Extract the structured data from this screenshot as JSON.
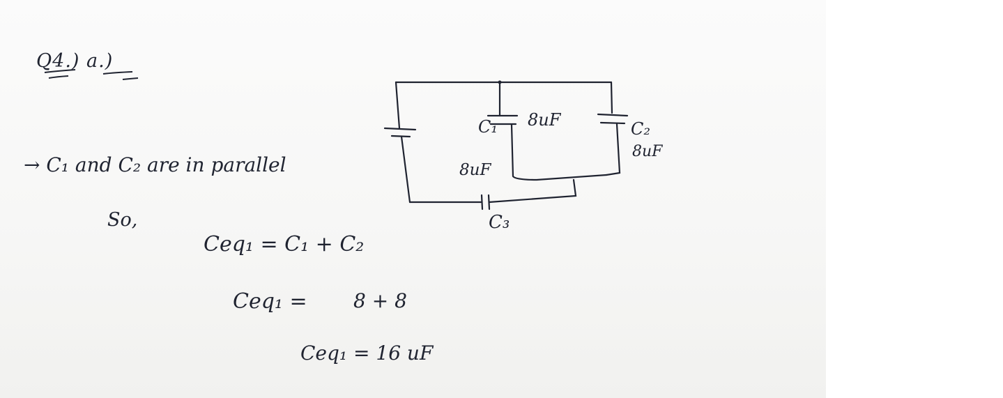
{
  "question": {
    "label": "Q4.) a.)"
  },
  "circuit": {
    "c1": {
      "label": "C₁",
      "value": "8uF"
    },
    "c2": {
      "label": "C₂",
      "value": "8uF"
    },
    "c3": {
      "label": "C₃",
      "value": "8uF"
    }
  },
  "solution": {
    "statement": "→ C₁ and C₂ are in parallel",
    "so": "So,",
    "eq1": "Ceq₁ = C₁ + C₂",
    "eq2_left": "Ceq₁ =",
    "eq2_right": "8 + 8",
    "eq3": "Ceq₁ = 16 uF"
  },
  "colors": {
    "ink": "#1f2330",
    "paper": "#f7f7f6"
  }
}
